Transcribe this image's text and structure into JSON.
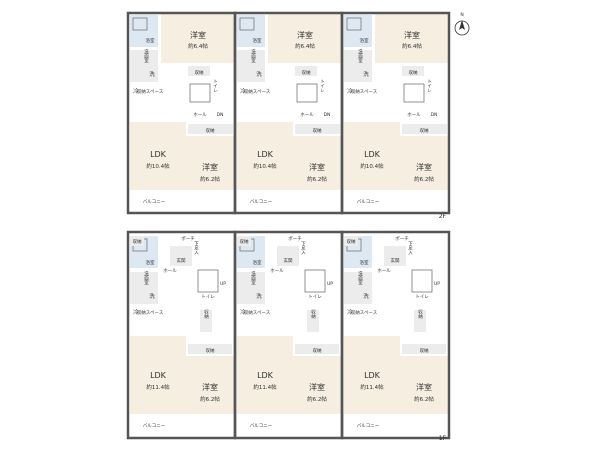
{
  "north_label": "N",
  "floors": [
    {
      "id": "2F",
      "label": "2F",
      "units": [
        {
          "bed_top": "洋室",
          "bed_top_size": "約6.4帖",
          "ldk": "LDK",
          "ldk_size": "約10.4帖",
          "bed_bottom": "洋室",
          "bed_bottom_size": "約6.2帖",
          "bath": "浴室",
          "wash": "洗面室",
          "washer": "洗",
          "fridge": "冷",
          "storage": "収納",
          "storage_space": "収納スペース",
          "toilet": "トイレ",
          "hall": "ホール",
          "balcony": "バルコニー",
          "dn": "DN"
        },
        {
          "bed_top": "洋室",
          "bed_top_size": "約6.4帖",
          "ldk": "LDK",
          "ldk_size": "約10.4帖",
          "bed_bottom": "洋室",
          "bed_bottom_size": "約6.2帖",
          "bath": "浴室",
          "wash": "洗面室",
          "washer": "洗",
          "fridge": "冷",
          "storage": "収納",
          "storage_space": "収納スペース",
          "toilet": "トイレ",
          "hall": "ホール",
          "balcony": "バルコニー",
          "dn": "DN"
        },
        {
          "bed_top": "洋室",
          "bed_top_size": "約6.4帖",
          "ldk": "LDK",
          "ldk_size": "約10.4帖",
          "bed_bottom": "洋室",
          "bed_bottom_size": "約6.2帖",
          "bath": "浴室",
          "wash": "洗面室",
          "washer": "洗",
          "fridge": "冷",
          "storage": "収納",
          "storage_space": "収納スペース",
          "toilet": "トイレ",
          "hall": "ホール",
          "balcony": "バルコニー",
          "dn": "DN"
        }
      ]
    },
    {
      "id": "1F",
      "label": "1F",
      "units": [
        {
          "ldk": "LDK",
          "ldk_size": "約11.4帖",
          "bed": "洋室",
          "bed_size": "約6.2帖",
          "entrance": "玄関",
          "porch": "ポーチ",
          "bath": "浴室",
          "wash": "洗面室",
          "washer": "洗",
          "fridge": "冷",
          "storage": "収納",
          "storage_space": "収納スペース",
          "toilet": "トイレ",
          "hall": "ホール",
          "balcony": "バルコニー",
          "up": "UP",
          "shoe": "下足入"
        },
        {
          "ldk": "LDK",
          "ldk_size": "約11.4帖",
          "bed": "洋室",
          "bed_size": "約6.2帖",
          "entrance": "玄関",
          "porch": "ポーチ",
          "bath": "浴室",
          "wash": "洗面室",
          "washer": "洗",
          "fridge": "冷",
          "storage": "収納",
          "storage_space": "収納スペース",
          "toilet": "トイレ",
          "hall": "ホール",
          "balcony": "バルコニー",
          "up": "UP",
          "shoe": "下足入"
        },
        {
          "ldk": "LDK",
          "ldk_size": "約11.4帖",
          "bed": "洋室",
          "bed_size": "約6.2帖",
          "entrance": "玄関",
          "porch": "ポーチ",
          "bath": "浴室",
          "wash": "洗面室",
          "washer": "洗",
          "fridge": "冷",
          "storage": "収納",
          "storage_space": "収納スペース",
          "toilet": "トイレ",
          "hall": "ホール",
          "balcony": "バルコニー",
          "up": "UP",
          "shoe": "下足入"
        }
      ]
    }
  ]
}
